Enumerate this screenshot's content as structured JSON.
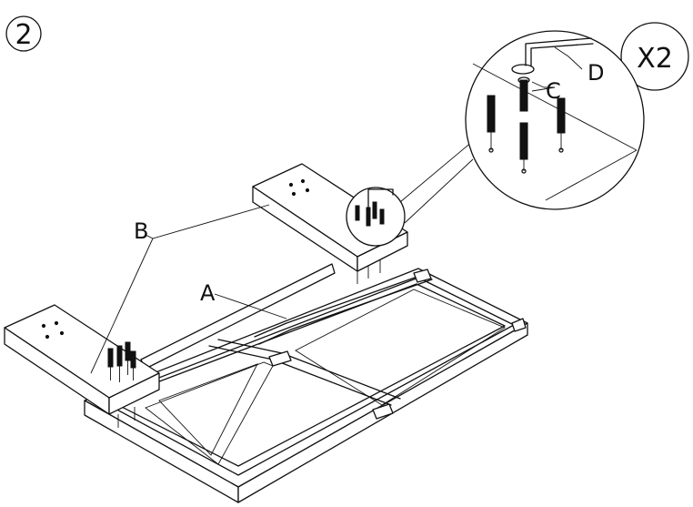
{
  "step": {
    "number": "2"
  },
  "quantity": {
    "label": "X2"
  },
  "parts": {
    "a": "A",
    "b": "B",
    "c": "C",
    "d": "D"
  },
  "colors": {
    "ink": "#111111",
    "paper": "#ffffff"
  },
  "icons": [
    "allen-key-icon",
    "screw-icon",
    "dowel-icon"
  ]
}
